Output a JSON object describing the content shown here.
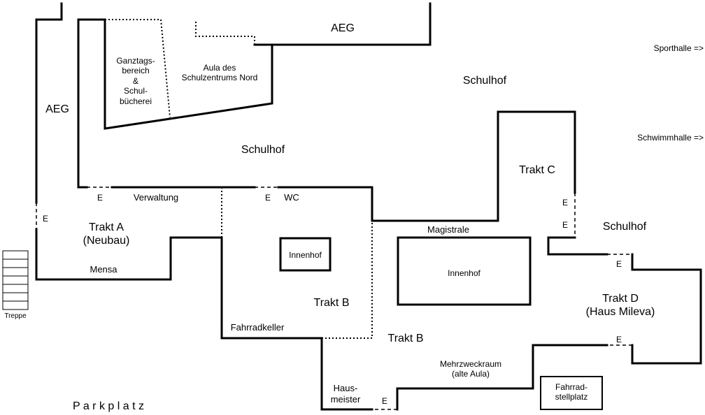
{
  "labels": {
    "aeg_top": "AEG",
    "aeg_left": "AEG",
    "sporthalle": "Sporthalle =>",
    "schwimmhalle": "Schwimmhalle =>",
    "schulhof_top": "Schulhof",
    "schulhof_center": "Schulhof",
    "schulhof_right": "Schulhof",
    "ganztag": "Ganztags-\nbereich\n&\nSchul-\nbücherei",
    "aula": "Aula des\nSchulzentrums Nord",
    "verwaltung": "Verwaltung",
    "wc": "WC",
    "trakt_a": "Trakt A\n(Neubau)",
    "mensa": "Mensa",
    "treppe": "Treppe",
    "innenhof_b": "Innenhof",
    "trakt_b_inner": "Trakt B",
    "fahrradkeller": "Fahrradkeller",
    "magistrale": "Magistrale",
    "innenhof_main": "Innenhof",
    "trakt_b_outer": "Trakt B",
    "trakt_c": "Trakt C",
    "trakt_d": "Trakt D\n(Haus Mileva)",
    "mehrzweckraum": "Mehrzweckraum\n(alte Aula)",
    "hausmeister": "Haus-\nmeister",
    "fahrradstellplatz": "Fahrrad-\nstellplatz",
    "parkplatz": "P a r k p l a t z"
  },
  "entrances": {
    "e_trakt_a": "E",
    "e_verwaltung": "E",
    "e_wc": "E",
    "e_trakt_c_1": "E",
    "e_trakt_c_2": "E",
    "e_trakt_d_top": "E",
    "e_trakt_d_bottom": "E",
    "e_hausmeister": "E"
  }
}
